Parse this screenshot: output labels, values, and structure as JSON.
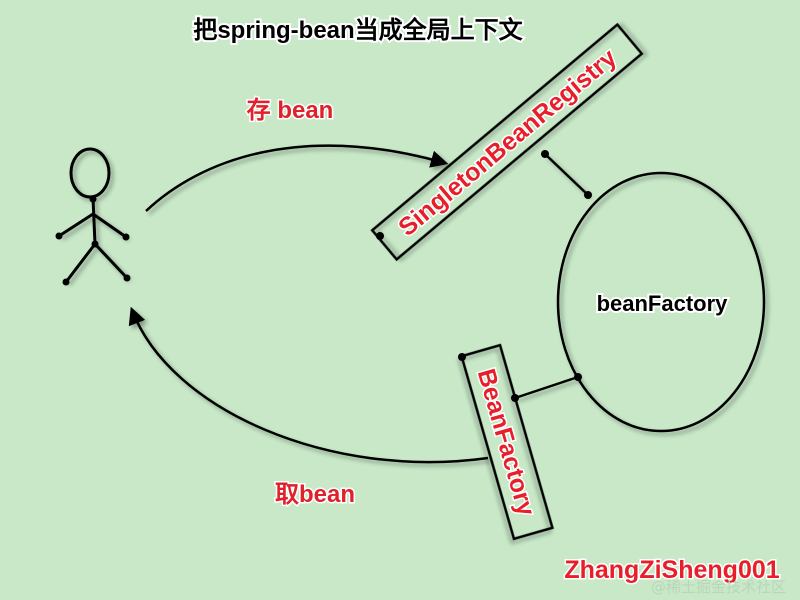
{
  "title": "把spring-bean当成全局上下文",
  "labels": {
    "store": "存 bean",
    "fetch": "取bean",
    "singleton_registry": "SingletonBeanRegistry",
    "bean_factory_interface": "BeanFactory",
    "bean_factory_impl": "beanFactory"
  },
  "signature": "ZhangZiSheng001",
  "watermark": "@稀土掘金技术社区",
  "colors": {
    "background": "#c8e8c8",
    "accent_red": "#e81e2a",
    "stroke": "#000000"
  }
}
